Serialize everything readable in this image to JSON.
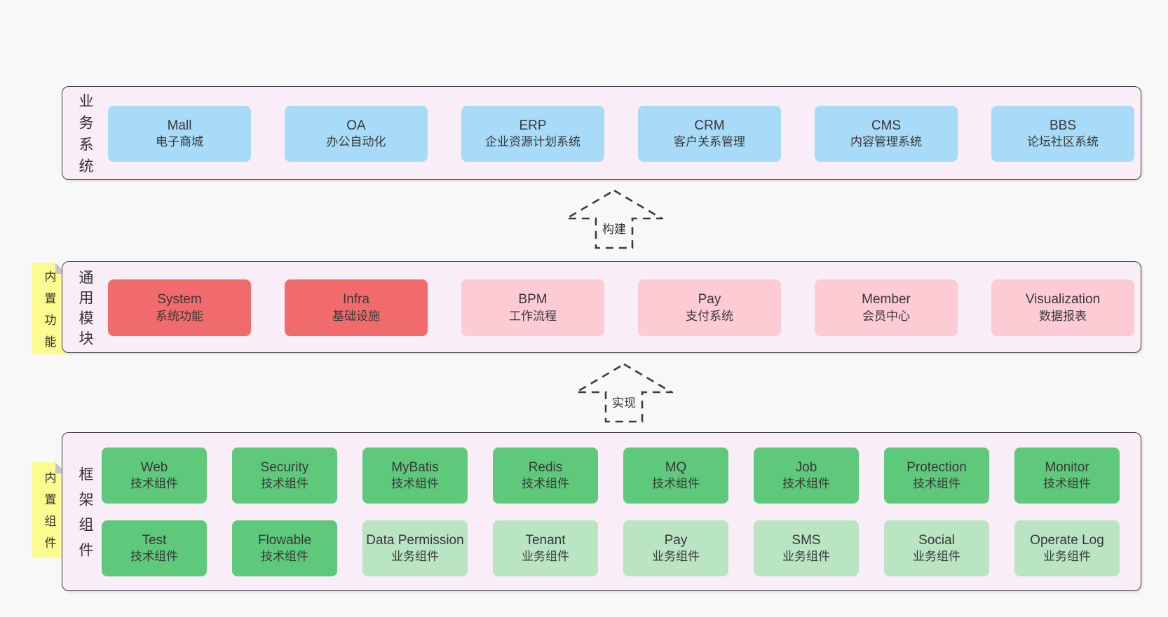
{
  "palette": {
    "page_bg": "#f8f8f8",
    "panel_bg": "#f9edf7",
    "panel_border": "#414141",
    "blue_box": "#a8dbf7",
    "red_box": "#f26b6c",
    "pink_box": "#fccbd4",
    "green_box": "#5ec97b",
    "green_light_box": "#b9e5c3",
    "sticky_yellow": "#fbfb8f",
    "sticky_fold": "#c7c7c7",
    "text": "#383838"
  },
  "arrows": [
    {
      "label": "构建"
    },
    {
      "label": "实现"
    }
  ],
  "sections": {
    "business": {
      "label": "业务系统",
      "boxes": [
        {
          "name": "Mall",
          "desc": "电子商城"
        },
        {
          "name": "OA",
          "desc": "办公自动化"
        },
        {
          "name": "ERP",
          "desc": "企业资源计划系统"
        },
        {
          "name": "CRM",
          "desc": "客户关系管理"
        },
        {
          "name": "CMS",
          "desc": "内容管理系统"
        },
        {
          "name": "BBS",
          "desc": "论坛社区系统"
        }
      ]
    },
    "modules": {
      "label": "通用模块",
      "sticky": "内置功能",
      "boxes": [
        {
          "name": "System",
          "desc": "系统功能"
        },
        {
          "name": "Infra",
          "desc": "基础设施"
        },
        {
          "name": "BPM",
          "desc": "工作流程"
        },
        {
          "name": "Pay",
          "desc": "支付系统"
        },
        {
          "name": "Member",
          "desc": "会员中心"
        },
        {
          "name": "Visualization",
          "desc": "数据报表"
        }
      ]
    },
    "components": {
      "label": "框架组件",
      "sticky": "内置组件",
      "tech_row": [
        {
          "name": "Web",
          "desc": "技术组件"
        },
        {
          "name": "Security",
          "desc": "技术组件"
        },
        {
          "name": "MyBatis",
          "desc": "技术组件"
        },
        {
          "name": "Redis",
          "desc": "技术组件"
        },
        {
          "name": "MQ",
          "desc": "技术组件"
        },
        {
          "name": "Job",
          "desc": "技术组件"
        },
        {
          "name": "Protection",
          "desc": "技术组件"
        },
        {
          "name": "Monitor",
          "desc": "技术组件"
        }
      ],
      "biz_row": [
        {
          "name": "Test",
          "desc": "技术组件"
        },
        {
          "name": "Flowable",
          "desc": "技术组件"
        },
        {
          "name": "Data Permission",
          "desc": "业务组件"
        },
        {
          "name": "Tenant",
          "desc": "业务组件"
        },
        {
          "name": "Pay",
          "desc": "业务组件"
        },
        {
          "name": "SMS",
          "desc": "业务组件"
        },
        {
          "name": "Social",
          "desc": "业务组件"
        },
        {
          "name": "Operate Log",
          "desc": "业务组件"
        }
      ]
    }
  }
}
